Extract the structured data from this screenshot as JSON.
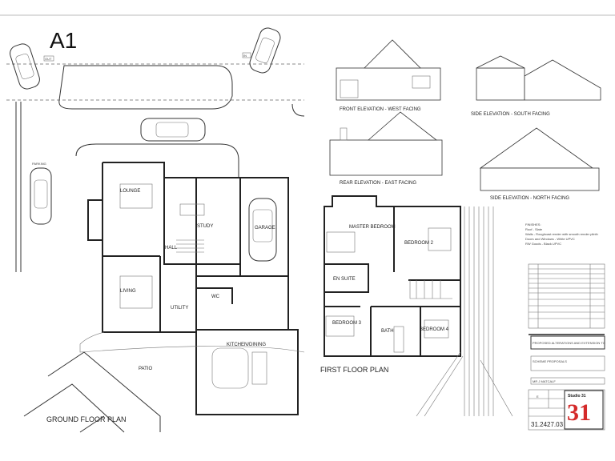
{
  "sheet": {
    "size_label": "A1"
  },
  "site": {
    "out_label": "OUT",
    "in_label": "IN",
    "parking_label": "PARKING",
    "patio_label": "PATIO"
  },
  "ground_floor": {
    "title": "GROUND FLOOR PLAN",
    "rooms": [
      "LOUNGE",
      "STUDY",
      "GARAGE",
      "HALL",
      "LIVING",
      "WC",
      "UTILITY",
      "KITCHEN/DINING"
    ]
  },
  "first_floor": {
    "title": "FIRST FLOOR PLAN",
    "rooms": [
      "MASTER BEDROOM",
      "BEDROOM 2",
      "EN SUITE",
      "BEDROOM 3",
      "BATH",
      "BEDROOM 4"
    ]
  },
  "elevations": {
    "front": "FRONT ELEVATION - WEST FACING",
    "side_south": "SIDE ELEVATION - SOUTH FACING",
    "rear": "REAR ELEVATION - EAST FACING",
    "side_north": "SIDE ELEVATION - NORTH FACING"
  },
  "finishes": {
    "heading": "FINISHES:",
    "lines": [
      "Roof - Slate",
      "Walls - Roughcast render with smooth render plinth",
      "Doors and Windows - White UPVC",
      "RW Goods - Black UPVC"
    ]
  },
  "title_block": {
    "project": "PROPOSED ALTERATIONS AND EXTENSION TO",
    "drawing_title": "SCHEME PROPOSALS",
    "client": "MR J MATCALF",
    "revision": "E",
    "drawing_number": "31.2427.03",
    "logo_text": "Studio 31",
    "accent_color": "#d42a2a"
  }
}
